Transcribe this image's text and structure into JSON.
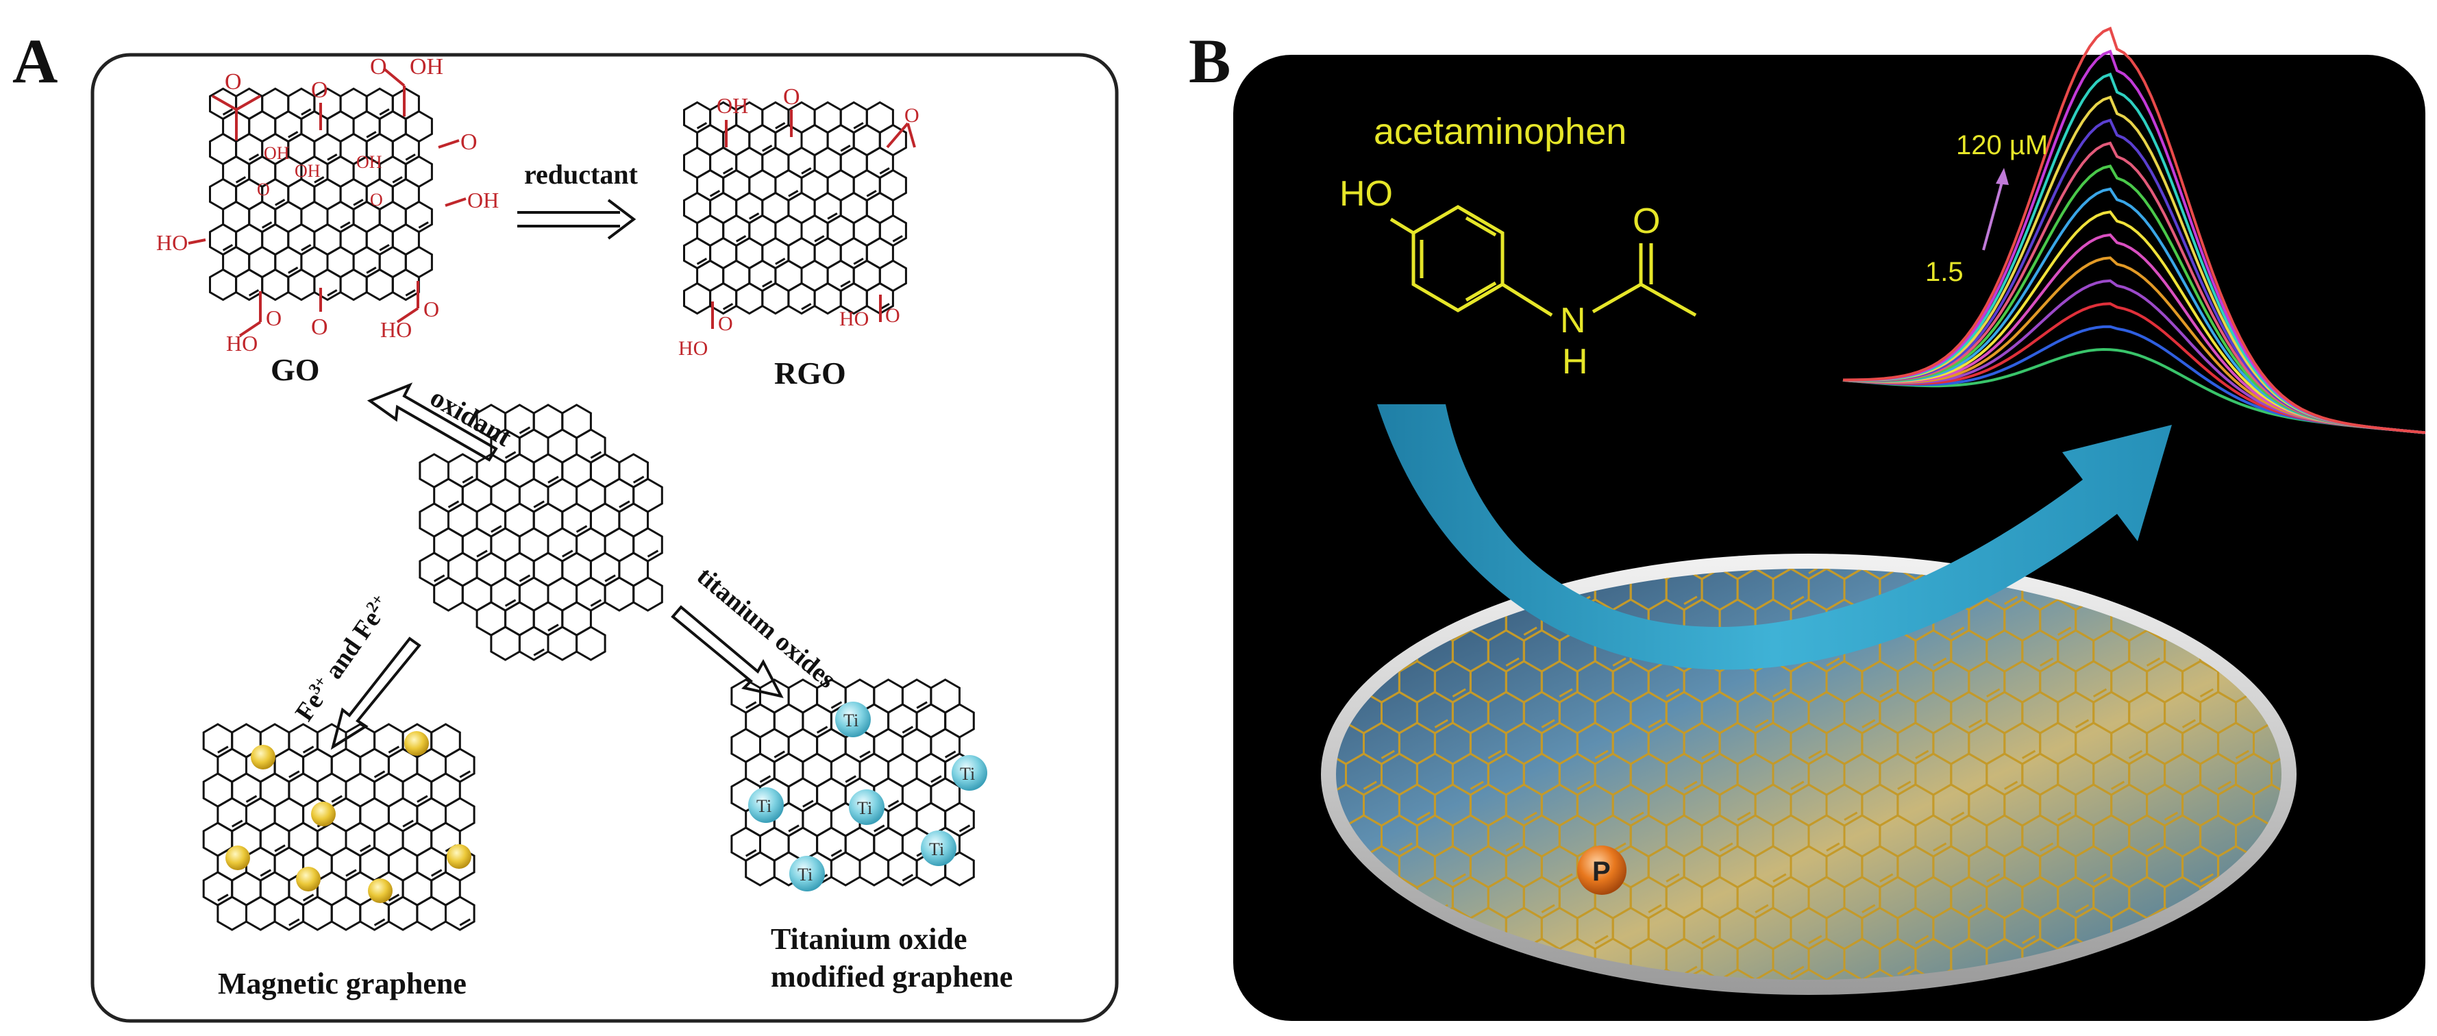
{
  "panel_a": {
    "letter": "A",
    "labels": {
      "go": "GO",
      "rgo": "RGO",
      "reductant": "reductant",
      "oxidant": "oxidant",
      "fe_pre": "Fe",
      "fe_sup1": "3+",
      "fe_mid": " and Fe",
      "fe_sup2": "2+",
      "titanium_oxides": "titanium oxides",
      "magnetic_graphene": "Magnetic graphene",
      "tio_line1": "Titanium oxide",
      "tio_line2": "modified graphene"
    },
    "groups": {
      "oh": "OH",
      "ho": "HO",
      "cooh": "O OH",
      "o": "O",
      "ti": "Ti"
    },
    "colors": {
      "frame": "#222222",
      "functional_group": "#c0262b",
      "lattice": "#111111",
      "magnetic_particle": "#e8c531",
      "ti_particle": "#6cc6d8"
    }
  },
  "panel_b": {
    "letter": "B",
    "compound_name": "acetaminophen",
    "atoms": {
      "ho": "HO",
      "n": "N",
      "h": "H",
      "o": "O"
    },
    "conc_high": "120 µM",
    "conc_low": "1.5",
    "particle_label": "P",
    "colors": {
      "background": "#000000",
      "text_yellow": "#e6e629",
      "arrow": "#2f9fc4",
      "sheet": "#3c7fa8",
      "lattice": "#c49a2a",
      "particle": "#e0741d"
    },
    "curve_colors": [
      "#39c46a",
      "#2f5fe0",
      "#e0303a",
      "#9b49c9",
      "#e29a26",
      "#d94fc0",
      "#f0e23a",
      "#3aa6e8",
      "#4ac94a",
      "#e35a7a",
      "#5a3fd0",
      "#e8d44a",
      "#2ed0c0",
      "#c23ad8",
      "#e84a4a"
    ]
  }
}
